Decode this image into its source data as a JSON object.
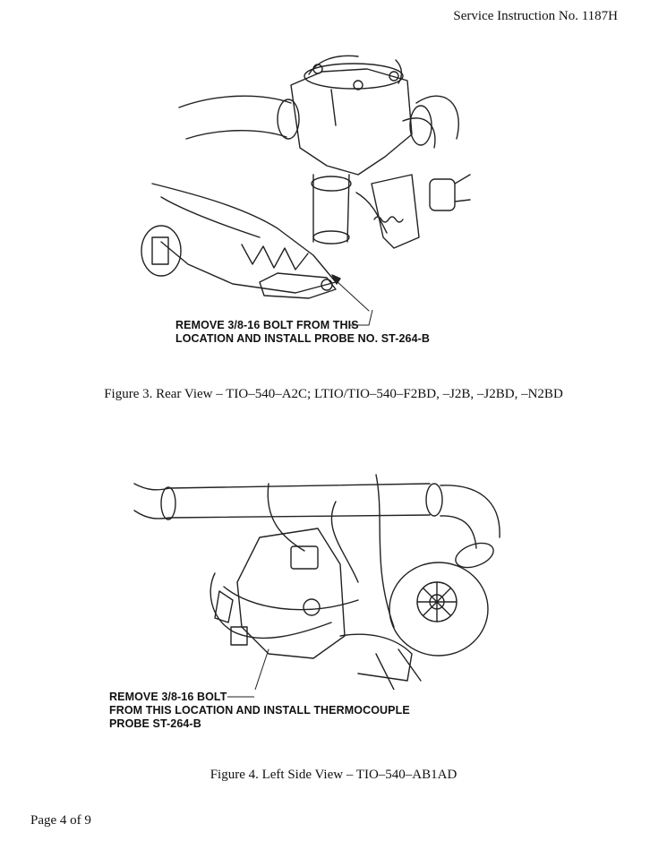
{
  "header": {
    "doc_id": "Service Instruction No. 1187H"
  },
  "figure3": {
    "callout_line1": "REMOVE  3/8-16 BOLT FROM THIS",
    "callout_line2": "LOCATION AND INSTALL PROBE NO. ST-264-B",
    "caption": "Figure 3. Rear View – TIO–540–A2C; LTIO/TIO–540–F2BD, –J2B, –J2BD, –N2BD"
  },
  "figure4": {
    "callout_line1": "REMOVE 3/8-16 BOLT",
    "callout_line2": "FROM THIS LOCATION AND INSTALL THERMOCOUPLE",
    "callout_line3": "PROBE ST-264-B",
    "caption": "Figure 4. Left Side View – TIO–540–AB1AD"
  },
  "footer": {
    "page_label": "Page 4 of 9"
  }
}
